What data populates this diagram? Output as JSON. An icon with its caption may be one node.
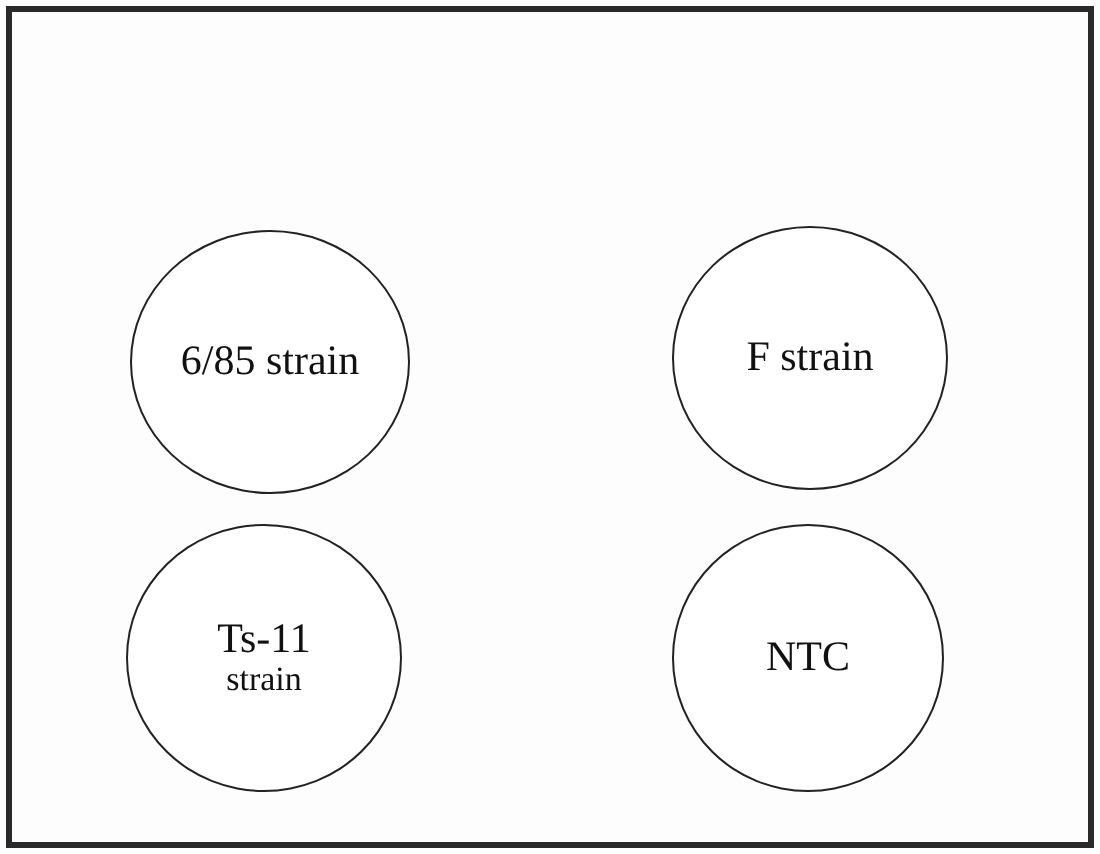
{
  "diagram": {
    "nodes": [
      {
        "text": [],
        "shape": "box"
      },
      {
        "text": [
          "6/85 strain"
        ],
        "in": 0
      },
      {
        "text": [
          "F strain"
        ],
        "in": 0
      },
      {
        "text": [
          "Ts-11",
          "strain"
        ],
        "in": 0
      },
      {
        "text": [
          "NTC"
        ],
        "in": 0
      }
    ]
  }
}
